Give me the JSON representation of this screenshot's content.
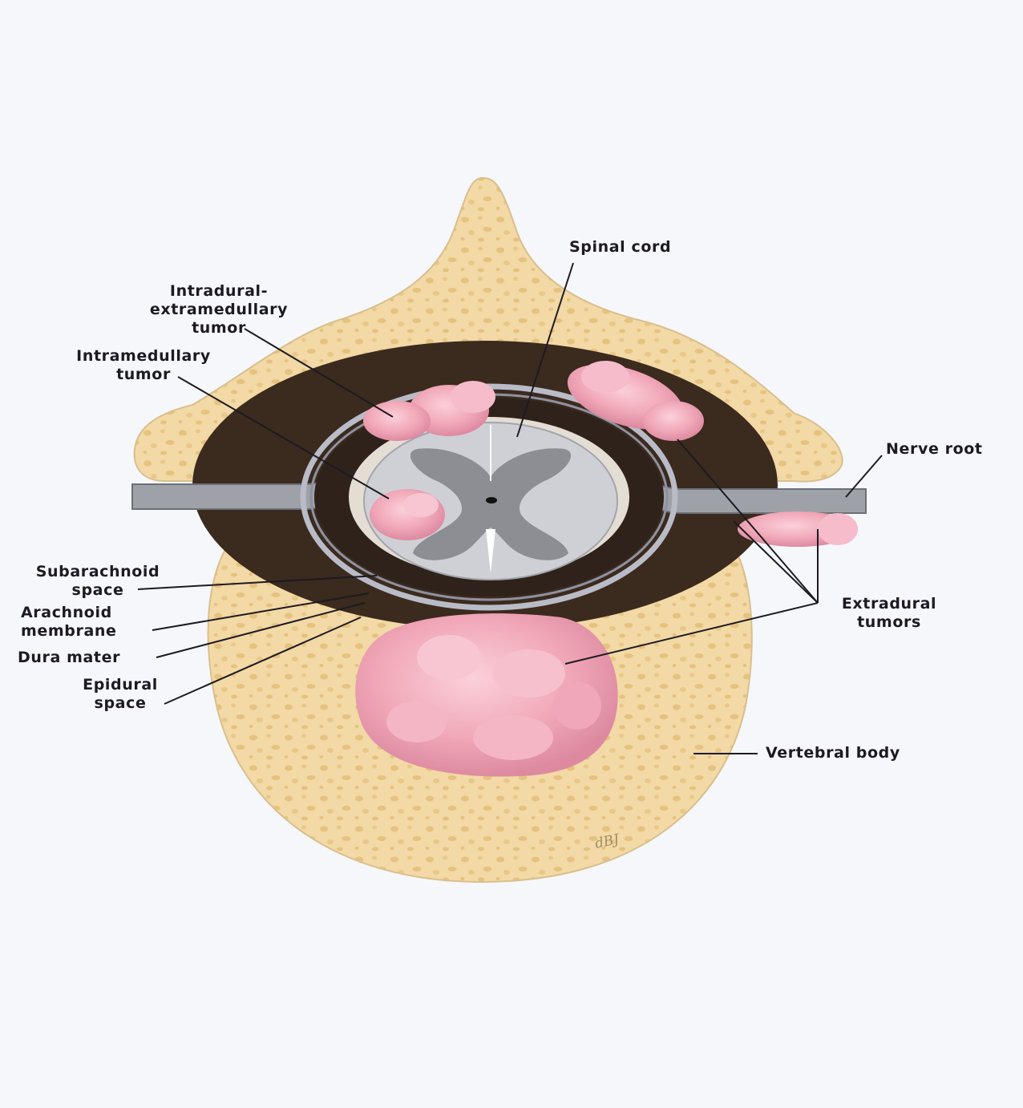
{
  "labels": {
    "spinal_cord": "Spinal cord",
    "intradural_extramedullary": [
      "Intradural-",
      "extramedullary",
      "tumor"
    ],
    "intramedullary": [
      "Intramedullary",
      "tumor"
    ],
    "nerve_root": "Nerve root",
    "subarachnoid": [
      "Subarachnoid",
      "space"
    ],
    "arachnoid": [
      "Arachnoid",
      "membrane"
    ],
    "dura_mater": "Dura mater",
    "epidural": [
      "Epidural",
      "space"
    ],
    "extradural": [
      "Extradural",
      "tumors"
    ],
    "vertebral_body": "Vertebral body"
  },
  "artist_signature": "dBJ",
  "colors": {
    "bone": "#f2d9a5",
    "bone_pore": "#e6c27f",
    "epidural_dark": "#3b2a1e",
    "csf": "#f8f2e8",
    "membrane": "#9c9fae",
    "white_matter": "#cfd0d5",
    "gray_matter": "#8d8e94",
    "tumor": "#f1a8b8",
    "tumor_shade": "#d97d95",
    "leader": "#1d1a22"
  }
}
